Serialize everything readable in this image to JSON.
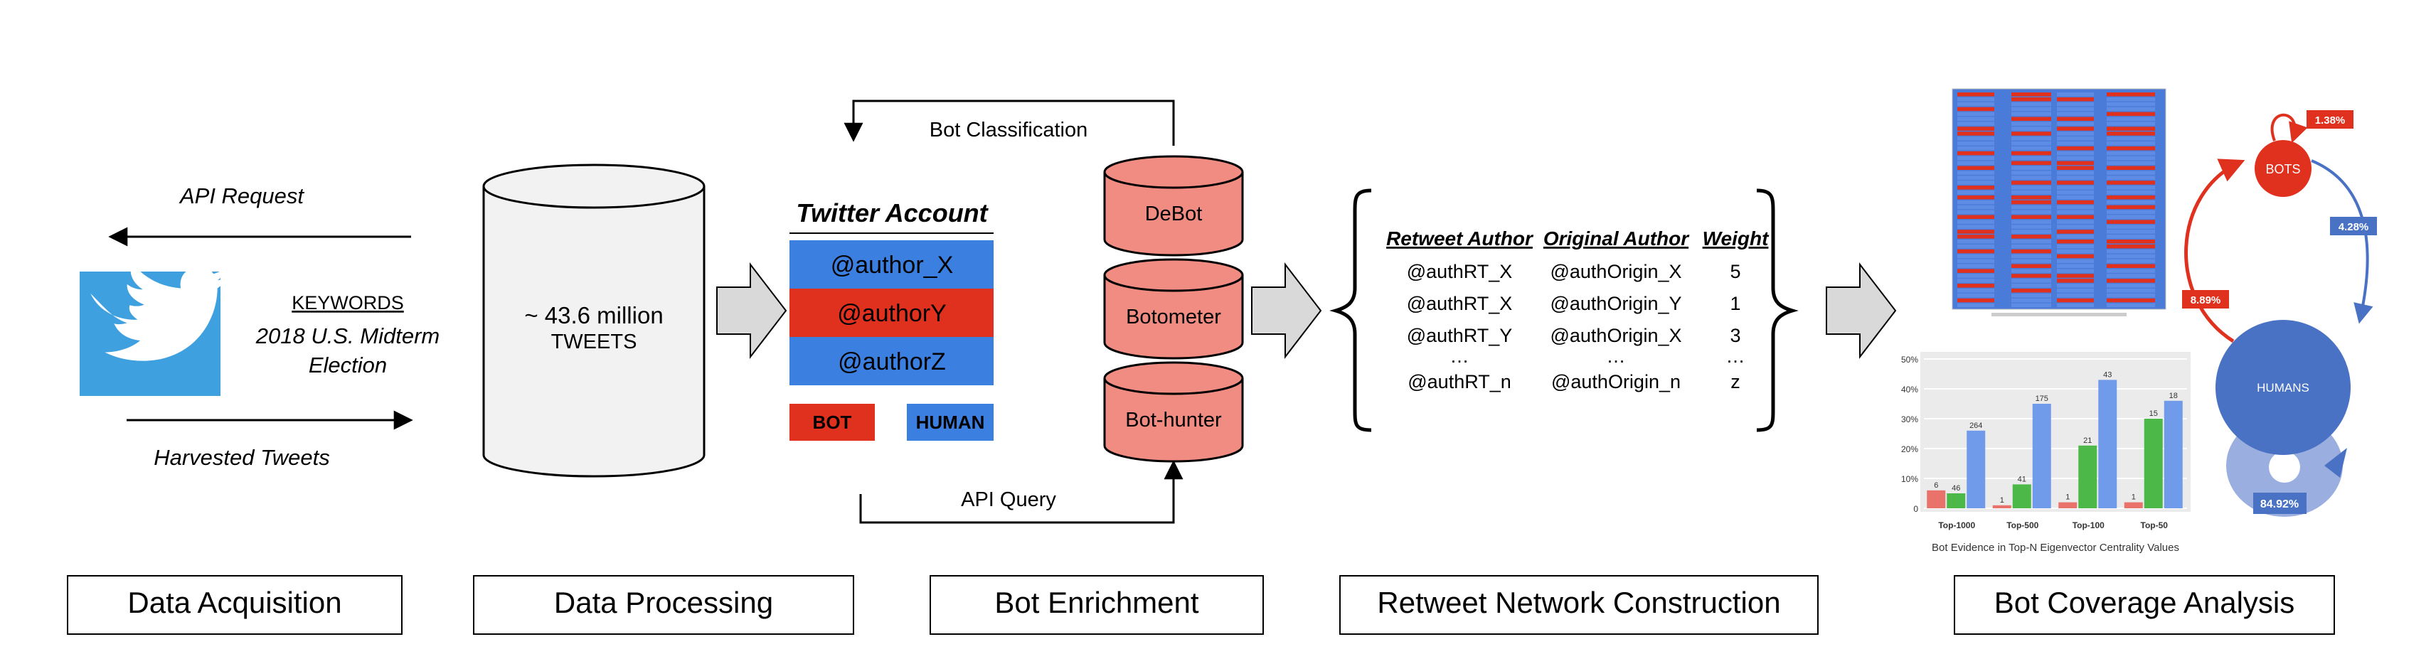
{
  "acquisition": {
    "api_request": "API Request",
    "harvested_tweets": "Harvested Tweets",
    "keywords_label": "KEYWORDS",
    "keywords_line1": "2018 U.S. Midterm",
    "keywords_line2": "Election"
  },
  "processing": {
    "count": "~ 43.6 million",
    "unit": "TWEETS"
  },
  "enrichment": {
    "bot_classification": "Bot Classification",
    "api_query": "API Query",
    "account_title": "Twitter Account",
    "accounts": [
      {
        "name": "@author_X",
        "color": "#3B7FE0"
      },
      {
        "name": "@authorY",
        "color": "#E0301E"
      },
      {
        "name": "@authorZ",
        "color": "#3B7FE0"
      }
    ],
    "bot_tag": "BOT",
    "human_tag": "HUMAN",
    "tools": [
      "DeBot",
      "Botometer",
      "Bot-hunter"
    ]
  },
  "network": {
    "headers": [
      "Retweet Author",
      "Original Author",
      "Weight"
    ],
    "rows": [
      [
        "@authRT_X",
        "@authOrigin_X",
        "5"
      ],
      [
        "@authRT_X",
        "@authOrigin_Y",
        "1"
      ],
      [
        "@authRT_Y",
        "@authOrigin_X",
        "3"
      ],
      [
        "…",
        "…",
        "…"
      ],
      [
        "@authRT_n",
        "@authOrigin_n",
        "z"
      ]
    ]
  },
  "coverage": {
    "bar_chart": {
      "type": "bar",
      "categories": [
        "Top-1000",
        "Top-500",
        "Top-100",
        "Top-50"
      ],
      "series": [
        {
          "color": "#E9736B",
          "values": [
            6,
            1,
            1,
            1
          ]
        },
        {
          "color": "#4CB848",
          "values": [
            46,
            41,
            21,
            15
          ]
        },
        {
          "color": "#6F9BEA",
          "values": [
            264,
            175,
            43,
            18
          ]
        }
      ],
      "ytick_labels": [
        "0",
        "10%",
        "20%",
        "30%",
        "40%",
        "50%"
      ],
      "xlabel": "Bot Evidence in Top-N Eigenvector Centrality Values",
      "heights_pct": [
        [
          6,
          1,
          2,
          2
        ],
        [
          5,
          8,
          21,
          30
        ],
        [
          26,
          35,
          43,
          36
        ]
      ]
    },
    "state_diagram": {
      "bots_label": "BOTS",
      "humans_label": "HUMANS",
      "p_bot_bot": "1.38%",
      "p_bot_human": "4.28%",
      "p_human_bot": "8.89%",
      "p_human_human": "84.92%"
    }
  },
  "phases": [
    "Data Acquisition",
    "Data Processing",
    "Bot Enrichment",
    "Retweet Network Construction",
    "Bot Coverage Analysis"
  ]
}
